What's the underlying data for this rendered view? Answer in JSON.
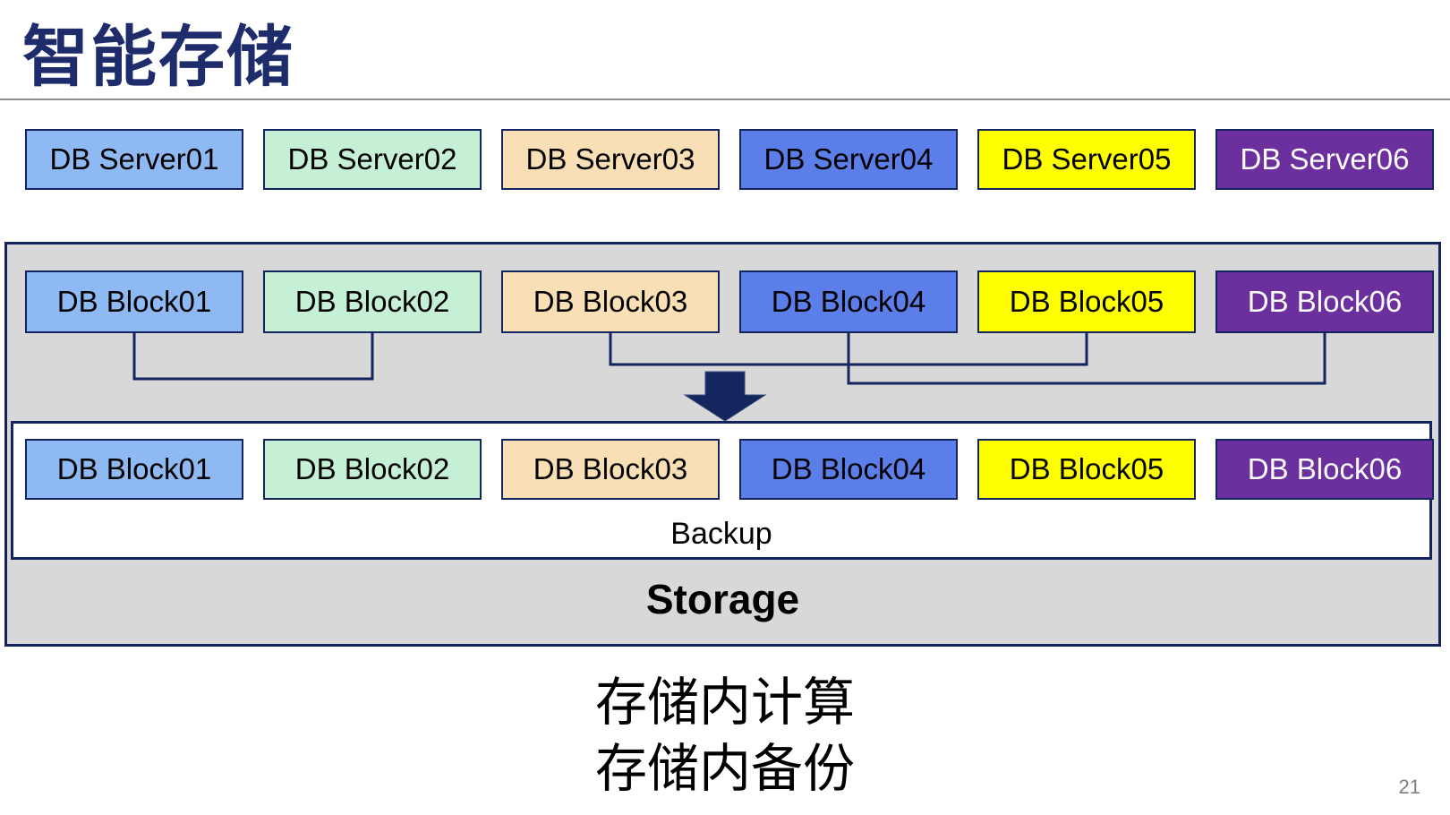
{
  "title": "智能存储",
  "page_number": "21",
  "palette": {
    "border_navy": "#14245E",
    "arrow_navy": "#13265E",
    "container_gray": "#D8D8D8",
    "title_navy": "#1F2C6B",
    "divider_gray": "#8F8F8F",
    "page_number_gray": "#7F7F7F"
  },
  "servers": [
    {
      "label": "DB Server01",
      "fill": "#8FB9F2",
      "text": "#000000"
    },
    {
      "label": "DB Server02",
      "fill": "#C5F0D5",
      "text": "#000000"
    },
    {
      "label": "DB Server03",
      "fill": "#F8DFB5",
      "text": "#000000"
    },
    {
      "label": "DB Server04",
      "fill": "#5B7EE8",
      "text": "#000000"
    },
    {
      "label": "DB Server05",
      "fill": "#FFFF00",
      "text": "#000000"
    },
    {
      "label": "DB Server06",
      "fill": "#6C2F9E",
      "text": "#FFFFFF"
    }
  ],
  "storage": {
    "label": "Storage",
    "blocks_top": [
      {
        "label": "DB Block01",
        "fill": "#8FB9F2",
        "text": "#000000"
      },
      {
        "label": "DB Block02",
        "fill": "#C5F0D5",
        "text": "#000000"
      },
      {
        "label": "DB Block03",
        "fill": "#F8DFB5",
        "text": "#000000"
      },
      {
        "label": "DB Block04",
        "fill": "#5B7EE8",
        "text": "#000000"
      },
      {
        "label": "DB Block05",
        "fill": "#FFFF00",
        "text": "#000000"
      },
      {
        "label": "DB Block06",
        "fill": "#6C2F9E",
        "text": "#FFFFFF"
      }
    ],
    "connections": [
      [
        "DB Block01",
        "DB Block02"
      ],
      [
        "DB Block03",
        "DB Block05"
      ],
      [
        "DB Block04",
        "DB Block06"
      ]
    ],
    "backup": {
      "label": "Backup",
      "blocks": [
        {
          "label": "DB Block01",
          "fill": "#8FB9F2",
          "text": "#000000"
        },
        {
          "label": "DB Block02",
          "fill": "#C5F0D5",
          "text": "#000000"
        },
        {
          "label": "DB Block03",
          "fill": "#F8DFB5",
          "text": "#000000"
        },
        {
          "label": "DB Block04",
          "fill": "#5B7EE8",
          "text": "#000000"
        },
        {
          "label": "DB Block05",
          "fill": "#FFFF00",
          "text": "#000000"
        },
        {
          "label": "DB Block06",
          "fill": "#6C2F9E",
          "text": "#FFFFFF"
        }
      ]
    }
  },
  "icons": {
    "down_arrow": "down-block-arrow"
  },
  "captions": [
    "存储内计算",
    "存储内备份"
  ]
}
